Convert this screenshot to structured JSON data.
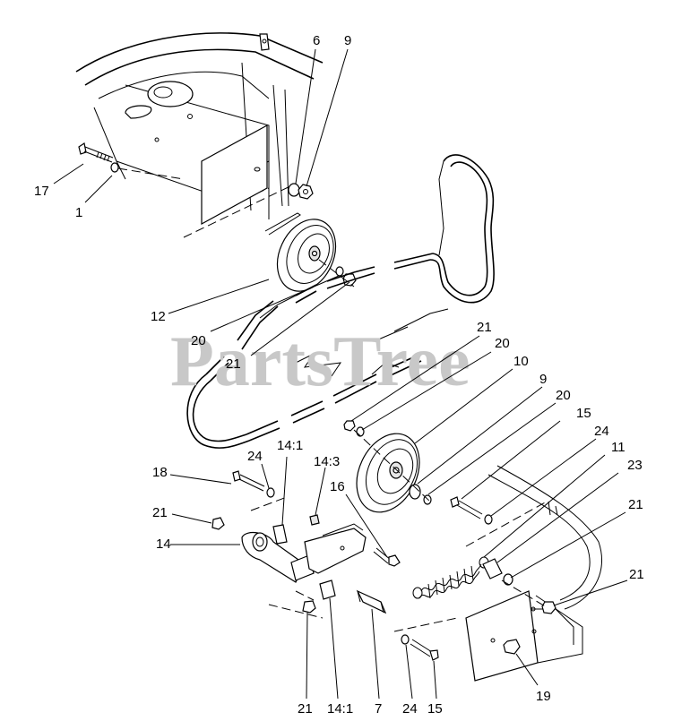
{
  "watermark": "PartsTree",
  "callouts": [
    {
      "id": "c6",
      "text": "6"
    },
    {
      "id": "c9a",
      "text": "9"
    },
    {
      "id": "c17",
      "text": "17"
    },
    {
      "id": "c1",
      "text": "1"
    },
    {
      "id": "c12",
      "text": "12"
    },
    {
      "id": "c20a",
      "text": "20"
    },
    {
      "id": "c21a",
      "text": "21"
    },
    {
      "id": "c21b",
      "text": "21"
    },
    {
      "id": "c20b",
      "text": "20"
    },
    {
      "id": "c10",
      "text": "10"
    },
    {
      "id": "c9b",
      "text": "9"
    },
    {
      "id": "c20c",
      "text": "20"
    },
    {
      "id": "c15a",
      "text": "15"
    },
    {
      "id": "c24a",
      "text": "24"
    },
    {
      "id": "c11",
      "text": "11"
    },
    {
      "id": "c23",
      "text": "23"
    },
    {
      "id": "c21c",
      "text": "21"
    },
    {
      "id": "c21d",
      "text": "21"
    },
    {
      "id": "c18",
      "text": "18"
    },
    {
      "id": "c24b",
      "text": "24"
    },
    {
      "id": "c14_1a",
      "text": "14:1"
    },
    {
      "id": "c14_3",
      "text": "14:3"
    },
    {
      "id": "c16",
      "text": "16"
    },
    {
      "id": "c21e",
      "text": "21"
    },
    {
      "id": "c14",
      "text": "14"
    },
    {
      "id": "c21f",
      "text": "21"
    },
    {
      "id": "c14_1b",
      "text": "14:1"
    },
    {
      "id": "c7",
      "text": "7"
    },
    {
      "id": "c24c",
      "text": "24"
    },
    {
      "id": "c15b",
      "text": "15"
    },
    {
      "id": "c19",
      "text": "19"
    }
  ]
}
